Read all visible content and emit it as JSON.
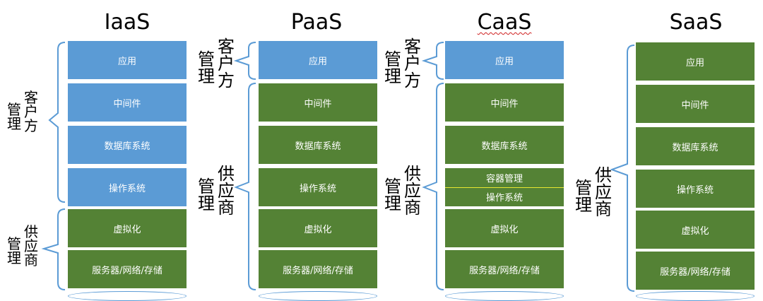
{
  "titles": {
    "iaas": "IaaS",
    "paas": "PaaS",
    "caas": "CaaS",
    "saas": "SaaS"
  },
  "layers": {
    "app": "应用",
    "middleware": "中间件",
    "database": "数据库系统",
    "os": "操作系统",
    "container": "容器管理",
    "virtualization": "虚拟化",
    "hardware": "服务器/网络/存储"
  },
  "roles": {
    "manage_a": "管",
    "manage_b": "理",
    "customer_a": "客",
    "customer_b": "户",
    "customer_c": "方",
    "vendor_a": "供",
    "vendor_b": "应",
    "vendor_c": "商"
  },
  "colors": {
    "customer": "#5b9bd5",
    "vendor": "#548235",
    "separator": "#e8e830"
  }
}
